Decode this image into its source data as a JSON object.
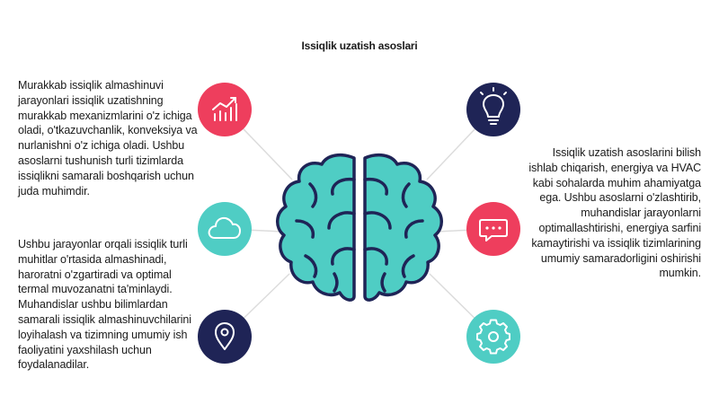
{
  "title": "Issiqlik uzatish asoslari",
  "texts": {
    "left_top": "Murakkab issiqlik almashinuvi jarayonlari issiqlik uzatishning murakkab mexanizmlarini o'z ichiga oladi, o'tkazuvchanlik, konveksiya va nurlanishni o'z ichiga oladi. Ushbu asoslarni tushunish turli tizimlarda issiqlikni samarali boshqarish uchun juda muhimdir.",
    "left_bottom": "Ushbu jarayonlar orqali issiqlik turli muhitlar o'rtasida almashinadi, haroratni o'zgartiradi va optimal termal muvozanatni ta'minlaydi. Muhandislar ushbu bilimlardan samarali issiqlik almashinuvchilarini loyihalash va tizimning umumiy ish faoliyatini yaxshilash uchun foydalanadilar.",
    "right": "Issiqlik uzatish asoslarini bilish ishlab chiqarish, energiya va HVAC kabi sohalarda muhim ahamiyatga ega. Ushbu asoslarni o'zlashtirib, muhandislar jarayonlarni optimallashtirishi, energiya sarfini kamaytirishi va issiqlik tizimlarining umumiy samaradorligini oshirishi mumkin."
  },
  "icons": {
    "chart": "chart-growth-icon",
    "cloud": "cloud-icon",
    "pin": "location-pin-icon",
    "bulb": "lightbulb-icon",
    "chat": "chat-bubble-icon",
    "gear": "gear-icon"
  },
  "colors": {
    "red": "#ee3e5d",
    "teal": "#4fcdc4",
    "navy": "#1f2456",
    "brain": "#4fcdc4",
    "brain_outline": "#1f2456",
    "connector": "#d9d9d9"
  }
}
